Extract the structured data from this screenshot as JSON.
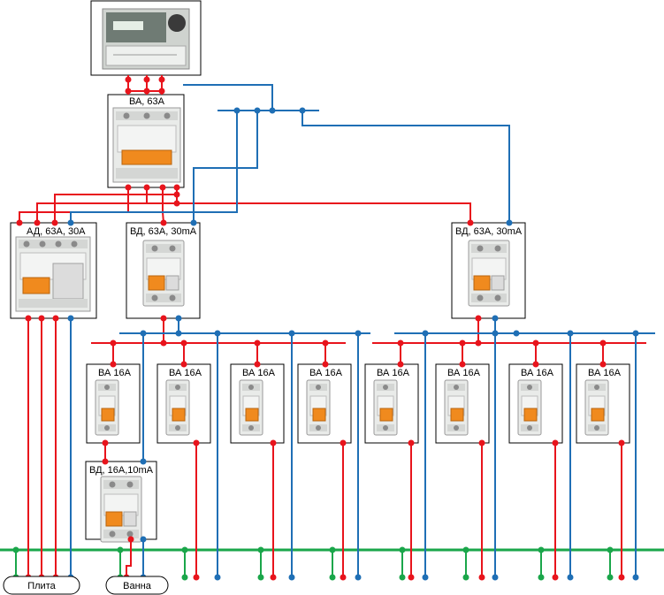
{
  "colors": {
    "phase": "#e8141c",
    "neutral": "#1f6fb5",
    "earth": "#1aa64a",
    "box_border": "#000000",
    "device_body": "#e9ebe9",
    "device_orange": "#f08a1e"
  },
  "labels": {
    "main_breaker": "ВА, 63А",
    "ad_main": "АД, 63А, 30А",
    "vd_left": "ВД, 63А, 30mA",
    "vd_right": "ВД, 63А, 30mA",
    "breakers": [
      "ВА 16А",
      "ВА 16А",
      "ВА 16А",
      "ВА 16А",
      "ВА 16А",
      "ВА 16А",
      "ВА 16А",
      "ВА 16А"
    ],
    "vd_bath": "ВД, 16А,10mA",
    "stove": "Плита",
    "bath": "Ванна"
  },
  "icons": {
    "meter": "electricity-meter-icon",
    "breaker_3p": "three-pole-breaker-icon",
    "rcd_4p": "four-pole-rcd-icon",
    "rcd_2p": "two-pole-rcd-icon",
    "breaker_1p": "single-pole-breaker-icon"
  }
}
